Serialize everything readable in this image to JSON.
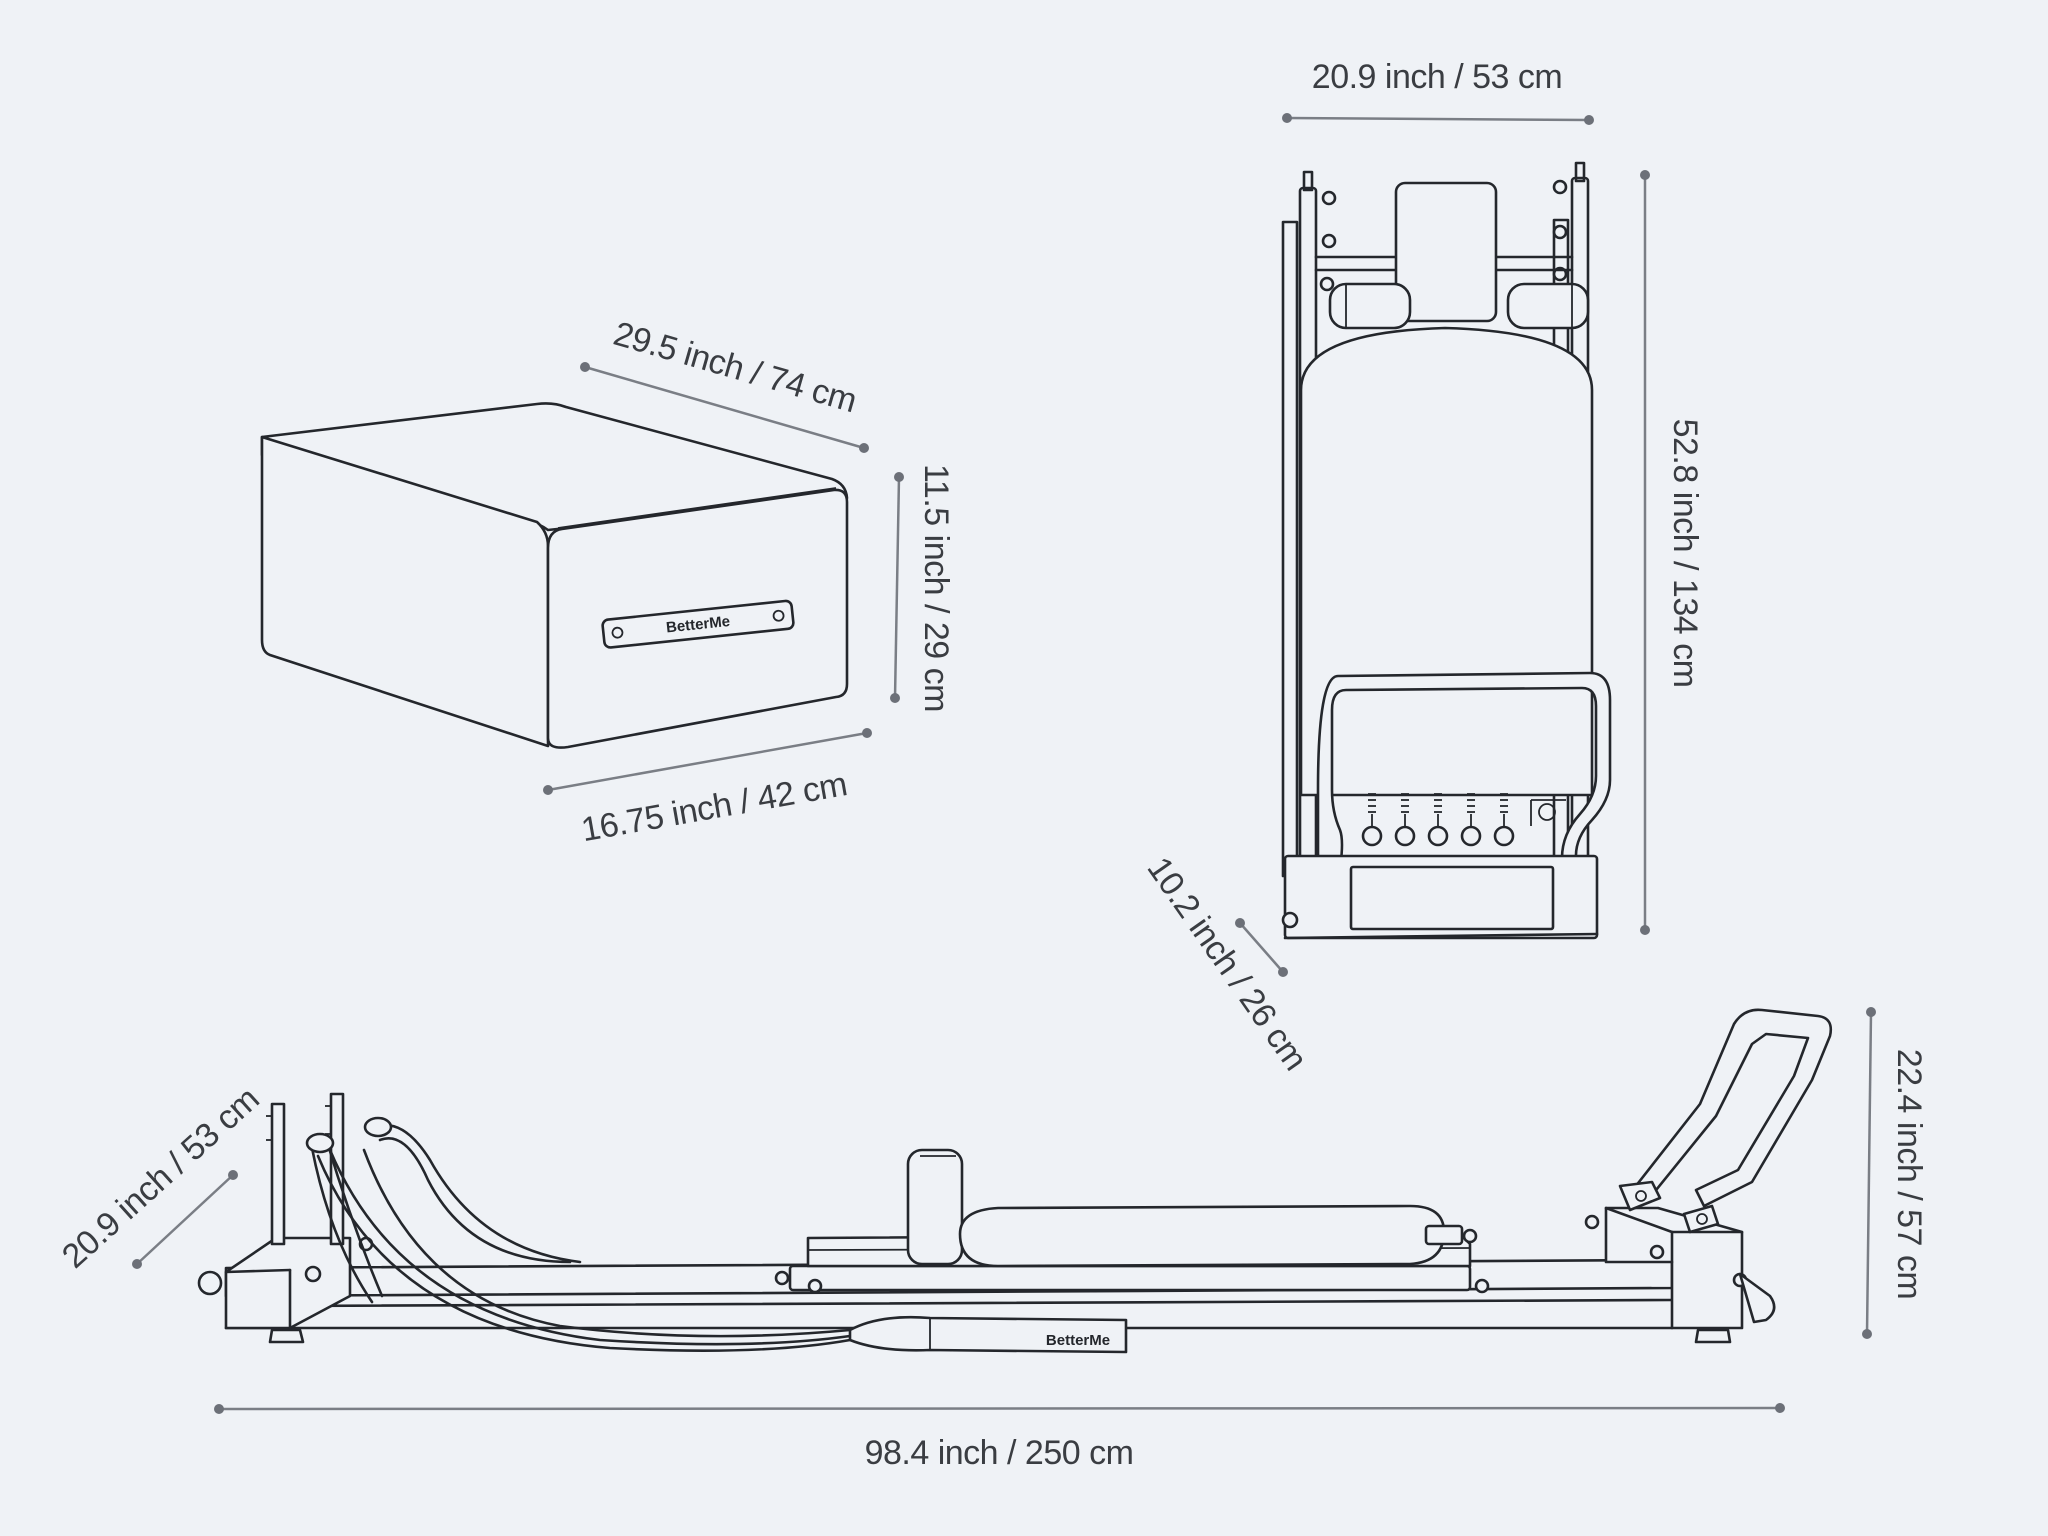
{
  "box": {
    "brand": "BetterMe",
    "dim_length": "29.5 inch / 74 cm",
    "dim_height": "11.5 inch / 29 cm",
    "dim_width": "16.75 inch / 42 cm"
  },
  "folded": {
    "dim_width": "20.9 inch / 53 cm",
    "dim_height": "52.8 inch / 134 cm",
    "dim_depth": "10.2 inch / 26 cm"
  },
  "reformer": {
    "strap_brand": "BetterMe",
    "dim_width": "20.9 inch / 53 cm",
    "dim_length": "98.4 inch / 250 cm",
    "dim_height": "22.4 inch / 57 cm"
  },
  "colors": {
    "background": "#eff2f6",
    "line": "#24272c",
    "dimension": "#7a7e85"
  }
}
